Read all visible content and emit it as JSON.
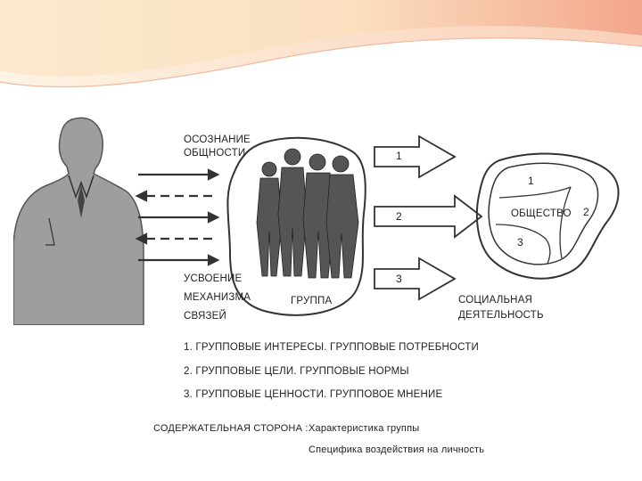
{
  "diagram": {
    "labels": {
      "awareness": [
        "ОСОЗНАНИЕ",
        "ОБЩНОСТИ"
      ],
      "assimilation": [
        "УСВОЕНИЕ",
        "МЕХАНИЗМА",
        "СВЯЗЕЙ"
      ],
      "group": "ГРУППА",
      "society": "ОБЩЕСТВО",
      "social_activity": [
        "СОЦИАЛЬНАЯ",
        "ДЕЯТЕЛЬНОСТЬ"
      ]
    },
    "arrow_numbers": [
      "1",
      "2",
      "3"
    ],
    "society_region_numbers": [
      "1",
      "2",
      "3"
    ],
    "list_items": [
      "1. ГРУППОВЫЕ ИНТЕРЕСЫ. ГРУППОВЫЕ ПОТРЕБНОСТИ",
      "2. ГРУППОВЫЕ ЦЕЛИ. ГРУППОВЫЕ НОРМЫ",
      "3. ГРУППОВЫЕ ЦЕННОСТИ. ГРУППОВОЕ МНЕНИЕ"
    ],
    "content_side": {
      "label": "СОДЕРЖАТЕЛЬНАЯ СТОРОНА :",
      "items": [
        "Характеристика группы",
        "Специфика воздействия на личность"
      ]
    }
  },
  "colors": {
    "banner_top": "#f6b49a",
    "banner_mid": "#fbe6c6",
    "silhouette": "#9e9e9e",
    "group_figures": "#555555",
    "line": "#333333"
  }
}
